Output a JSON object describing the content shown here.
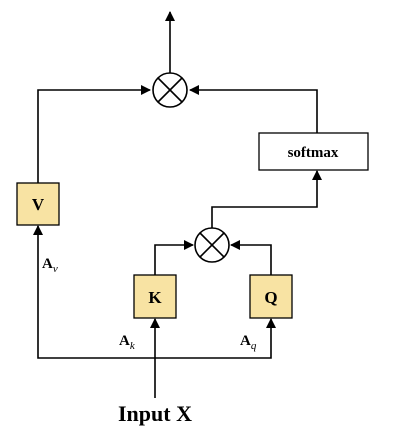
{
  "boxes": {
    "v": "V",
    "k": "K",
    "q": "Q",
    "softmax": "softmax"
  },
  "labels": {
    "a_v_base": "A",
    "a_v_sub": "v",
    "a_k_base": "A",
    "a_k_sub": "k",
    "a_q_base": "A",
    "a_q_sub": "q",
    "input": "Input X"
  },
  "colors": {
    "box_fill_yellow": "#f8e3a3",
    "line": "#000000"
  },
  "icons": {
    "multiply_nodes": "circled-times-icon"
  }
}
